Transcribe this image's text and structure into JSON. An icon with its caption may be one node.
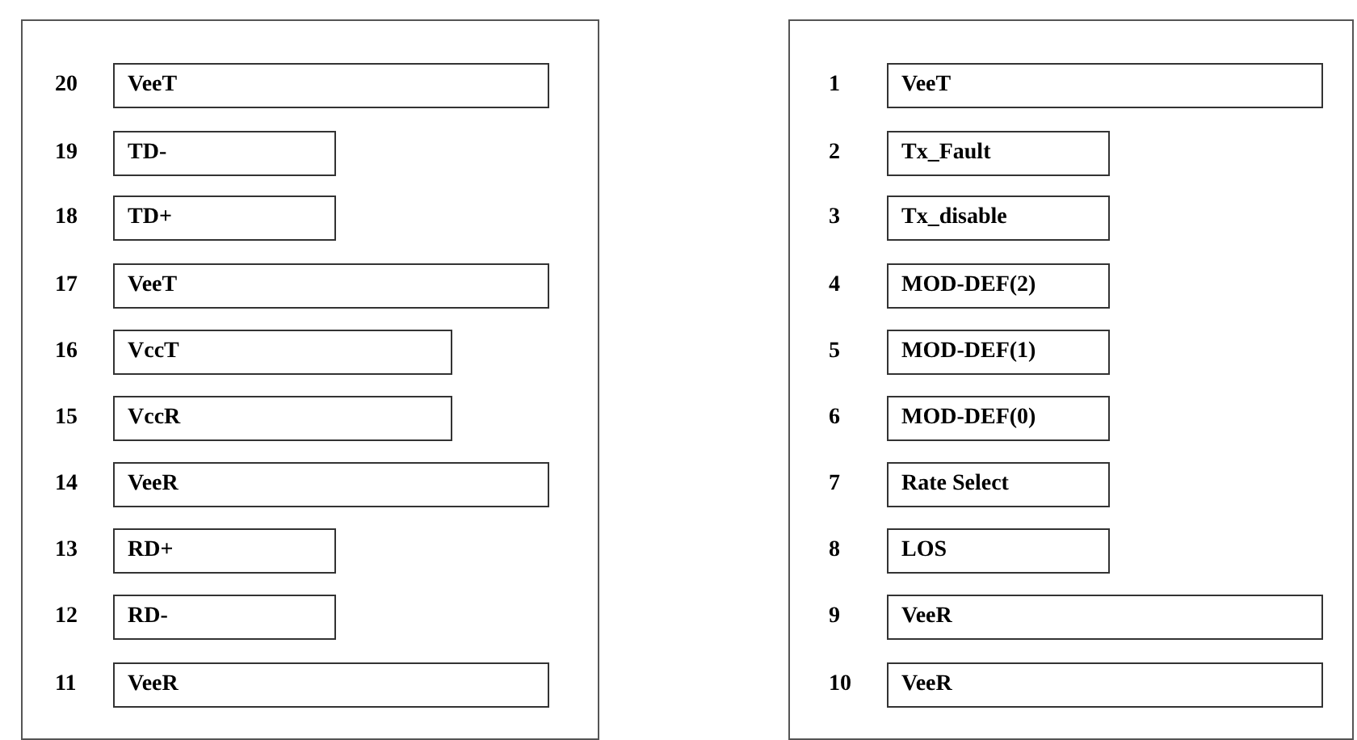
{
  "diagram": {
    "nodes": [
      {
        "text": [],
        "shape": "box"
      },
      {
        "text": [
          "VeeT"
        ],
        "beside": [
          "20"
        ],
        "in": 0
      },
      {
        "text": [
          "TD-"
        ],
        "beside": [
          "19"
        ],
        "in": 0
      },
      {
        "text": [
          "TD+"
        ],
        "beside": [
          "18"
        ],
        "in": 0
      },
      {
        "text": [
          "VeeT"
        ],
        "beside": [
          "17"
        ],
        "in": 0
      },
      {
        "text": [
          "VccT"
        ],
        "beside": [
          "16"
        ],
        "in": 0
      },
      {
        "text": [
          "VccR"
        ],
        "beside": [
          "15"
        ],
        "in": 0
      },
      {
        "text": [
          "VeeR"
        ],
        "beside": [
          "14"
        ],
        "in": 0
      },
      {
        "text": [
          "RD+"
        ],
        "beside": [
          "13"
        ],
        "in": 0
      },
      {
        "text": [
          "RD-"
        ],
        "beside": [
          "12"
        ],
        "in": 0
      },
      {
        "text": [
          "VeeR"
        ],
        "beside": [
          "11"
        ],
        "in": 0
      },
      {
        "text": [],
        "shape": "box"
      },
      {
        "text": [
          "VeeT"
        ],
        "beside": [
          "1"
        ],
        "in": 11
      },
      {
        "text": [
          "Tx_Fault"
        ],
        "beside": [
          "2"
        ],
        "in": 11
      },
      {
        "text": [
          "Tx_disable"
        ],
        "beside": [
          "3"
        ],
        "in": 11
      },
      {
        "text": [
          "MOD-DEF(2)"
        ],
        "beside": [
          "4"
        ],
        "in": 11
      },
      {
        "text": [
          "MOD-DEF(1)"
        ],
        "beside": [
          "5"
        ],
        "in": 11
      },
      {
        "text": [
          "MOD-DEF(0)"
        ],
        "beside": [
          "6"
        ],
        "in": 11
      },
      {
        "text": [
          "Rate Select"
        ],
        "beside": [
          "7"
        ],
        "in": 11
      },
      {
        "text": [
          "LOS"
        ],
        "beside": [
          "8"
        ],
        "in": 11
      },
      {
        "text": [
          "VeeR"
        ],
        "beside": [
          "9"
        ],
        "in": 11
      },
      {
        "text": [
          "VeeR"
        ],
        "beside": [
          "10"
        ],
        "in": 11
      }
    ],
    "edges": []
  }
}
